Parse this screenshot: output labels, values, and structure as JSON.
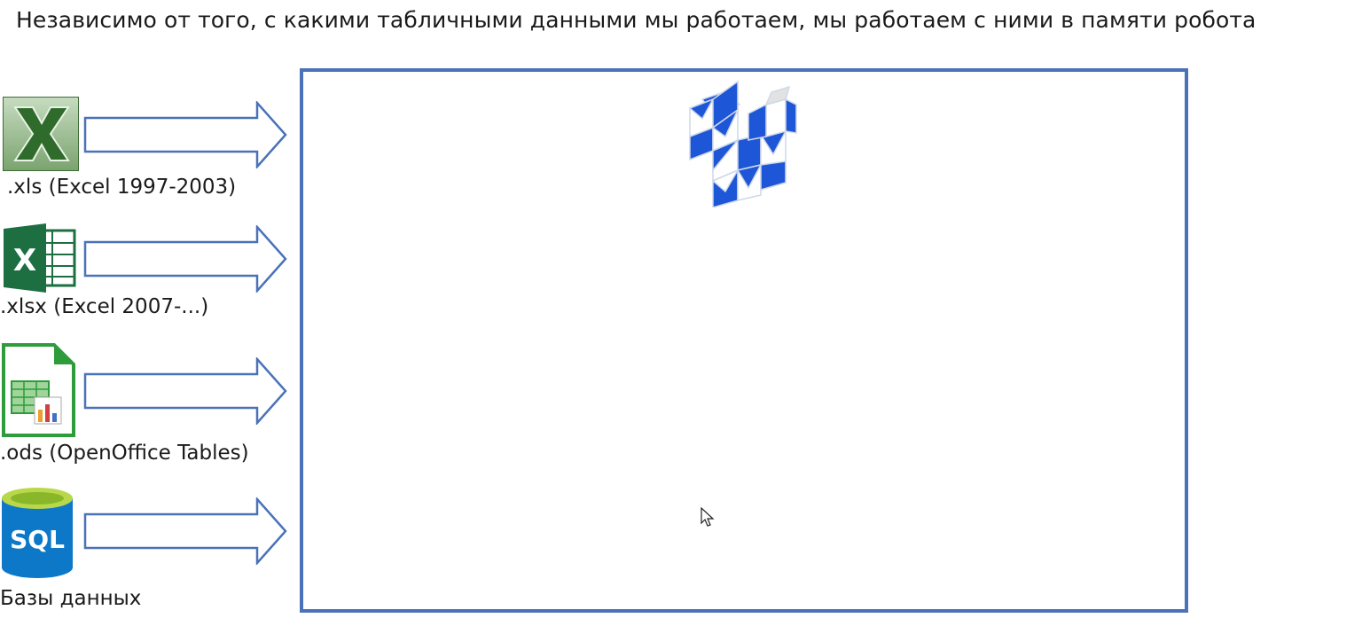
{
  "title": "Независимо от того, с какими табличными данными мы работаем, мы работаем с ними в памяти робота",
  "sources": [
    {
      "label": ".xls (Excel 1997-2003)",
      "icon": "excel-2003-icon"
    },
    {
      "label": ".xlsx (Excel 2007-...)",
      "icon": "excel-2007-icon"
    },
    {
      "label": ".ods (OpenOffice Tables)",
      "icon": "libreoffice-calc-icon"
    },
    {
      "label": "Базы данных",
      "icon": "sql-database-icon"
    }
  ],
  "sql_icon_text": "SQL",
  "colors": {
    "box_border": "#4a72b8",
    "arrow_stroke": "#4a72b8",
    "logo_blue": "#1e56d8",
    "excel_green": "#1d6f42",
    "sql_blue": "#0d78c8"
  }
}
